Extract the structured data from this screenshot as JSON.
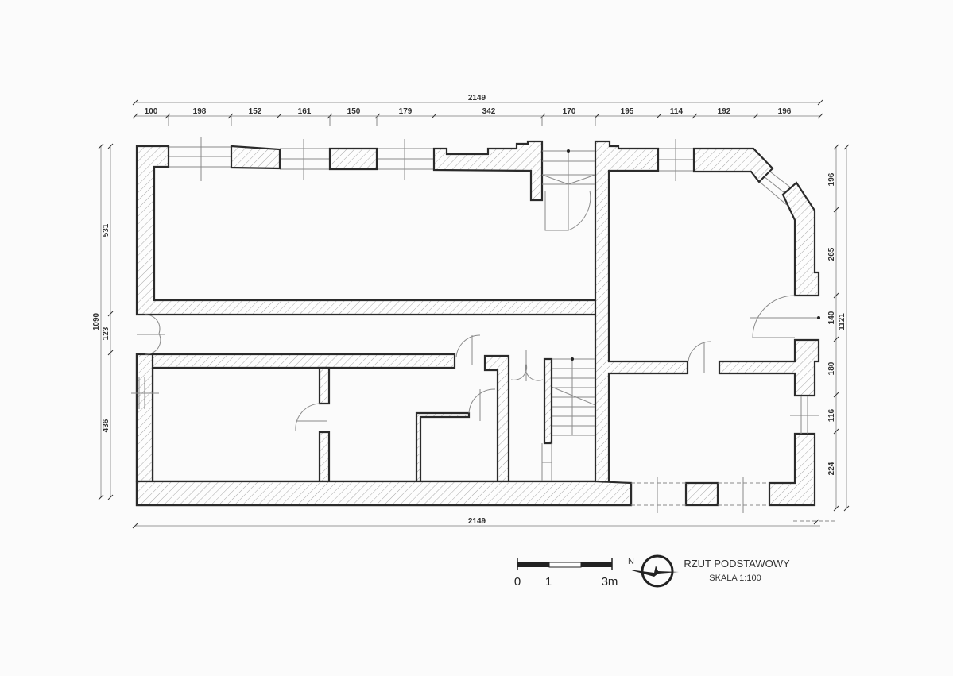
{
  "drawing": {
    "title": "RZUT PODSTAWOWY",
    "scale": "SKALA 1:100",
    "north_label": "N",
    "background": "#fbfbfb",
    "line_color": "#2b2b2b"
  },
  "scale_bar": {
    "labels": [
      "0",
      "1",
      "3m"
    ]
  },
  "dimensions": {
    "top_total": "2149",
    "top_segments": [
      "100",
      "198",
      "152",
      "161",
      "150",
      "179",
      "342",
      "170",
      "195",
      "114",
      "192",
      "196"
    ],
    "bottom_total": "2149",
    "left_total": "1090",
    "left_segments": [
      "531",
      "123",
      "436"
    ],
    "right_total": "1121",
    "right_segments": [
      "196",
      "265",
      "140",
      "180",
      "116",
      "224"
    ]
  },
  "icons": {
    "north_arrow": "compass-north-icon",
    "scale_bar": "scale-bar-icon"
  }
}
